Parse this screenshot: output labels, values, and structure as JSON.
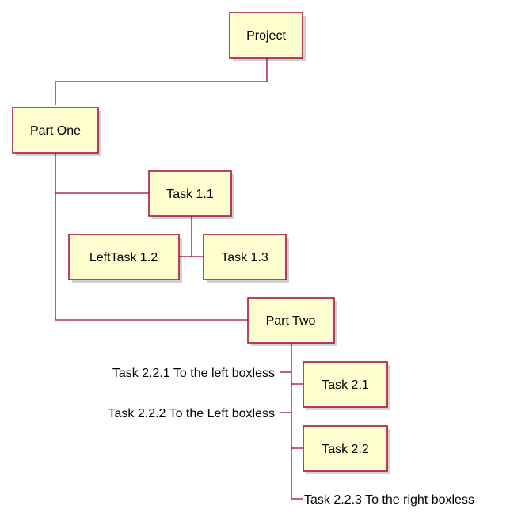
{
  "diagram": {
    "nodes": {
      "project": "Project",
      "part_one": "Part One",
      "task_1_1": "Task 1.1",
      "left_task_1_2": "LeftTask 1.2",
      "task_1_3": "Task 1.3",
      "part_two": "Part Two",
      "task_2_1": "Task 2.1",
      "task_2_2": "Task 2.2"
    },
    "boxless": {
      "task_2_2_1": "Task 2.2.1 To the left boxless",
      "task_2_2_2": "Task 2.2.2 To the Left boxless",
      "task_2_2_3": "Task 2.2.3 To the right boxless"
    },
    "colors": {
      "node_fill": "#FEFECE",
      "node_border": "#A80036",
      "edge": "#A80036",
      "text": "#000000"
    }
  }
}
